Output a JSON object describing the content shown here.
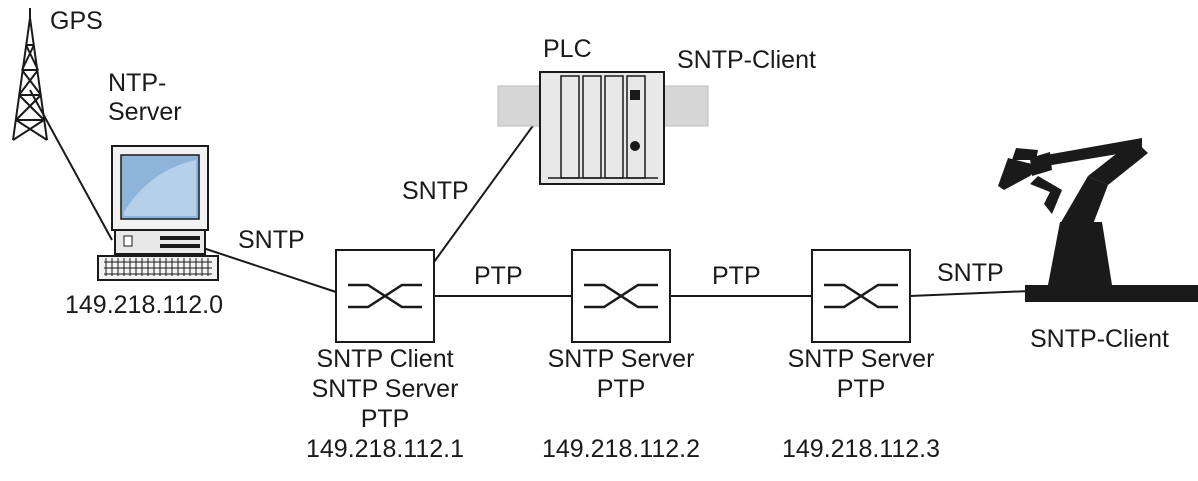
{
  "gps": {
    "label": "GPS"
  },
  "ntp_server": {
    "label_line1": "NTP-",
    "label_line2": "Server",
    "ip": "149.218.112.0"
  },
  "plc": {
    "label": "PLC",
    "role": "SNTP-Client"
  },
  "robot": {
    "role": "SNTP-Client"
  },
  "links": {
    "server_to_switch1": "SNTP",
    "switch1_to_plc": "SNTP",
    "switch1_to_switch2": "PTP",
    "switch2_to_switch3": "PTP",
    "switch3_to_robot": "SNTP"
  },
  "switches": [
    {
      "roles": [
        "SNTP Client",
        "SNTP Server",
        "PTP"
      ],
      "ip": "149.218.112.1"
    },
    {
      "roles": [
        "SNTP Server",
        "PTP"
      ],
      "ip": "149.218.112.2"
    },
    {
      "roles": [
        "SNTP Server",
        "PTP"
      ],
      "ip": "149.218.112.3"
    }
  ],
  "colors": {
    "line": "#1a1a1a",
    "monitor_screen": "#8fb4d9",
    "plc_rail": "#d6d6d6",
    "plc_body": "#e8e8e8",
    "robot": "#1a1a1a"
  }
}
